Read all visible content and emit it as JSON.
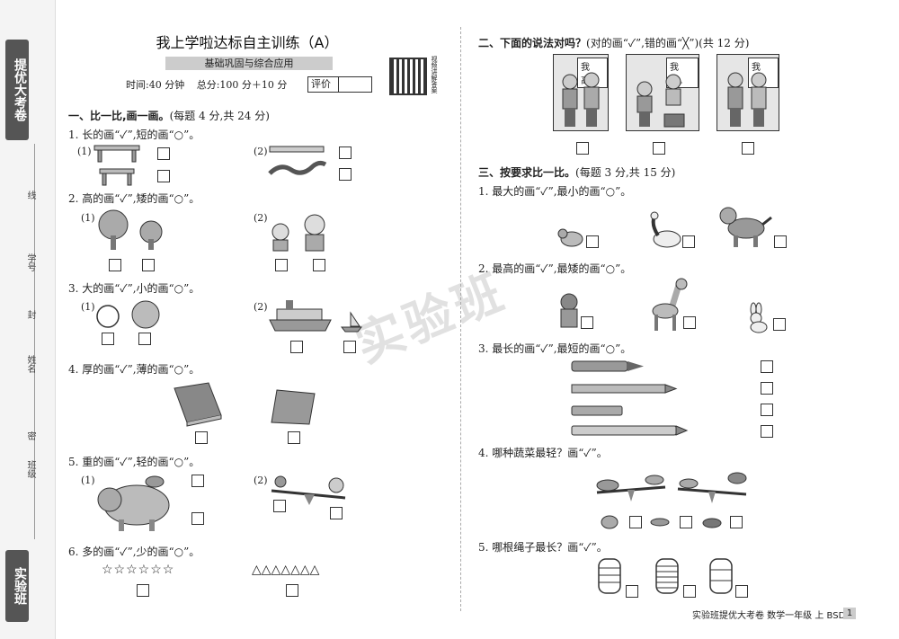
{
  "sidebar": {
    "tab_top": "提优大考卷",
    "tab_bottom": "实验班",
    "fields": [
      "线",
      "学号",
      "封",
      "姓名",
      "密",
      "班级"
    ]
  },
  "header": {
    "title": "我上学啦达标自主训练（A）",
    "subtitle": "基础巩固与综合应用",
    "time": "时间:40 分钟",
    "total": "总分:100 分＋10 分",
    "eval_label": "评价",
    "qr_caption": "视频讲解答案"
  },
  "watermark": "实验班",
  "left": {
    "section1": {
      "title": "一、比一比,画一画。",
      "points": "(每题 4 分,共 24 分)"
    },
    "q1": "1. 长的画“✓”,短的画“○”。",
    "q2": "2. 高的画“✓”,矮的画“○”。",
    "q3": "3. 大的画“✓”,小的画“○”。",
    "q4": "4. 厚的画“✓”,薄的画“○”。",
    "q5": "5. 重的画“✓”,轻的画“○”。",
    "q6": "6. 多的画“✓”,少的画“○”。",
    "sub1": "(1)",
    "sub2": "(2)",
    "stars": "☆☆☆☆☆☆",
    "triangles": "△△△△△△△"
  },
  "right": {
    "section2": {
      "title": "二、下面的说法对吗？",
      "points": "(对的画“✓”,错的画“╳”)(共 12 分)"
    },
    "bubble": "我高。",
    "section3": {
      "title": "三、按要求比一比。",
      "points": "(每题 3 分,共 15 分)"
    },
    "q1": "1. 最大的画“✓”,最小的画“○”。",
    "q2": "2. 最高的画“✓”,最矮的画“○”。",
    "q3": "3. 最长的画“✓”,最短的画“○”。",
    "q4": "4. 哪种蔬菜最轻？画“✓”。",
    "q5": "5. 哪根绳子最长？画“✓”。"
  },
  "footer": {
    "text": "实验班提优大考卷 数学一年级 上 BSD",
    "page": "1"
  }
}
